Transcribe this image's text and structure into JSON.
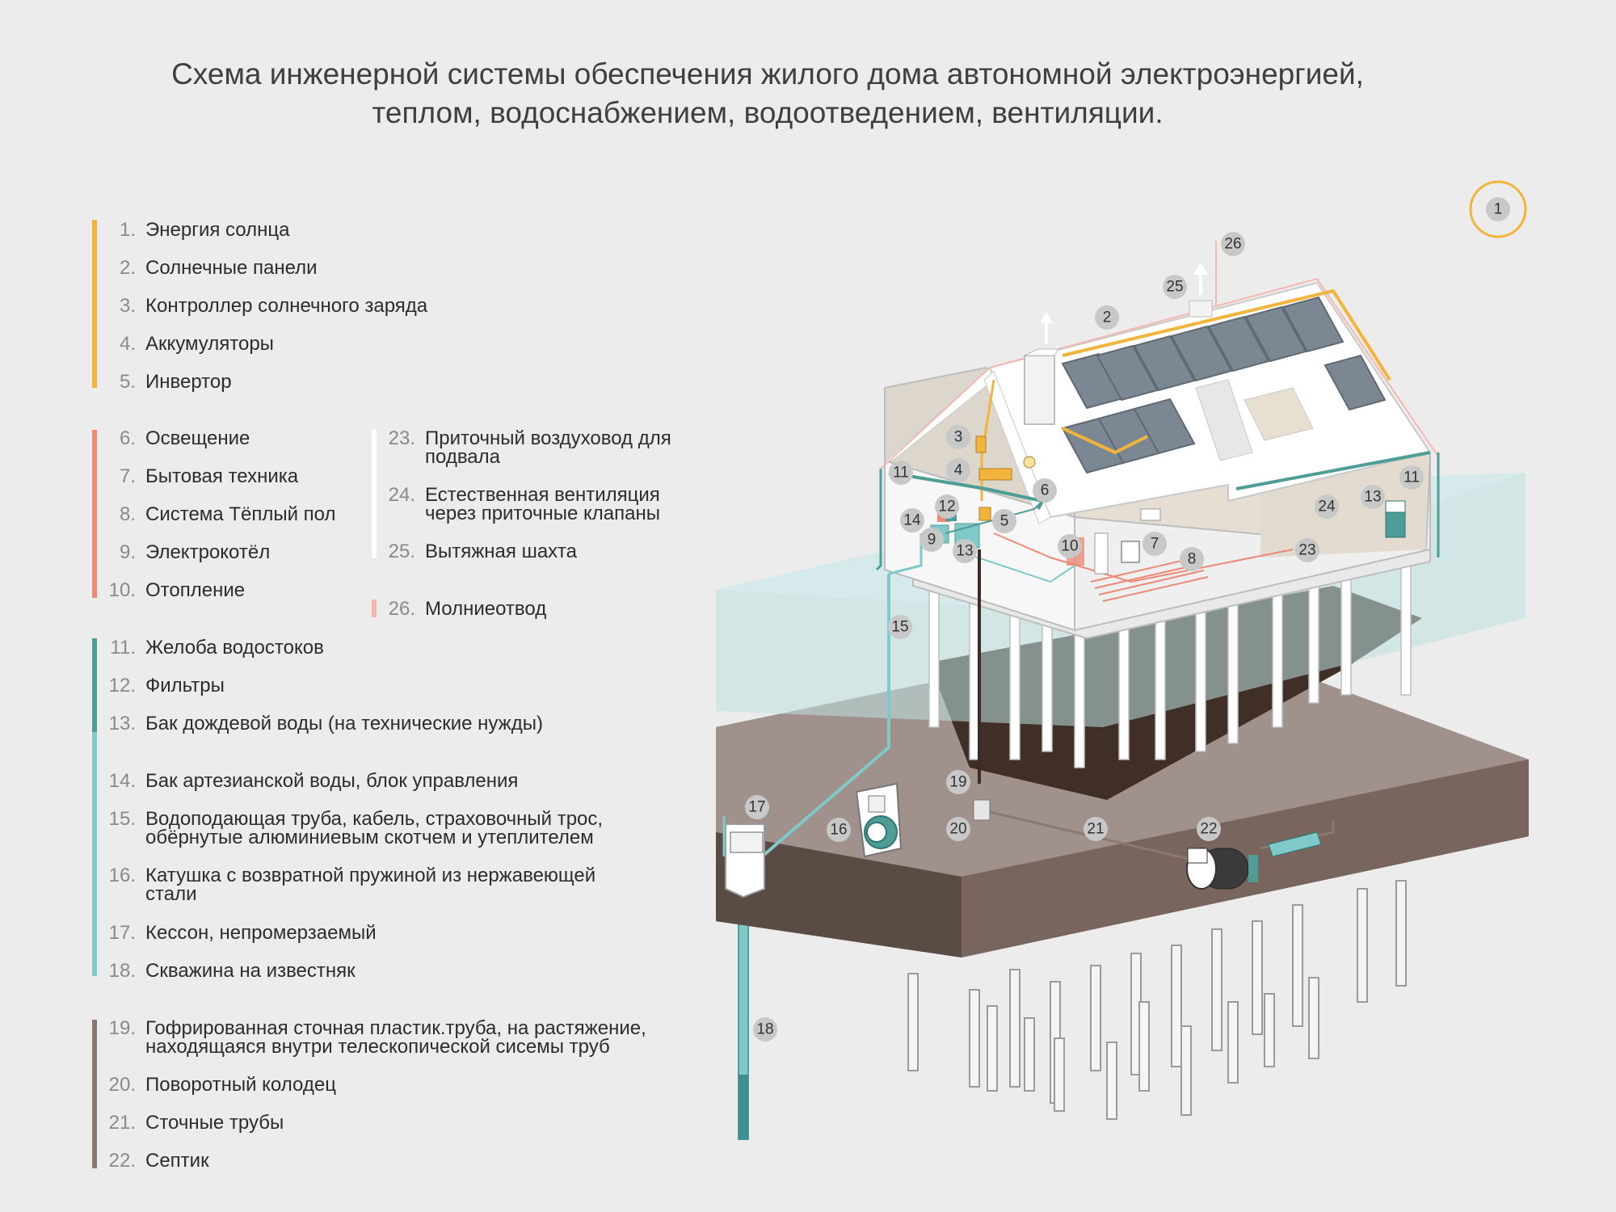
{
  "title": {
    "line1": "Схема инженерной системы обеспечения жилого дома автономной электроэнергией,",
    "line2": "теплом, водоснабжением, водоотведением, вентиляции."
  },
  "colors": {
    "energy": "#f2b43a",
    "electric": "#ec8a77",
    "rain": "#4e9d97",
    "water": "#7fc9c9",
    "sewer": "#8a7872",
    "vent": "#ffffff",
    "lightning": "#f3b9b0"
  },
  "legend_left": [
    {
      "num": "1.",
      "text": "Энергия солнца"
    },
    {
      "num": "2.",
      "text": "Солнечные панели"
    },
    {
      "num": "3.",
      "text": "Контроллер солнечного заряда"
    },
    {
      "num": "4.",
      "text": "Аккумуляторы"
    },
    {
      "num": "5.",
      "text": "Инвертор"
    },
    {
      "num": "6.",
      "text": "Освещение"
    },
    {
      "num": "7.",
      "text": "Бытовая техника"
    },
    {
      "num": "8.",
      "text": "Система Тёплый пол"
    },
    {
      "num": "9.",
      "text": "Электрокотёл"
    },
    {
      "num": "10.",
      "text": "Отопление"
    },
    {
      "num": "11.",
      "text": "Желоба водостоков"
    },
    {
      "num": "12.",
      "text": "Фильтры"
    },
    {
      "num": "13.",
      "text": "Бак дождевой воды (на технические нужды)"
    },
    {
      "num": "14.",
      "text": "Бак артезианской воды, блок управления"
    },
    {
      "num": "15.",
      "text": "Водоподающая труба, кабель, страховочный трос,",
      "text2": "обёрнутые алюминиевым скотчем и утеплителем"
    },
    {
      "num": "16.",
      "text": "Катушка с возвратной пружиной из нержавеющей",
      "text2": "стали"
    },
    {
      "num": "17.",
      "text": "Кессон, непромерзаемый"
    },
    {
      "num": "18.",
      "text": "Скважина на известняк"
    },
    {
      "num": "19.",
      "text": "Гофрированная сточная пластик.труба, на растяжение,",
      "text2": "находящаяся внутри телескопической сисемы труб"
    },
    {
      "num": "20.",
      "text": "Поворотный колодец"
    },
    {
      "num": "21.",
      "text": "Сточные трубы"
    },
    {
      "num": "22.",
      "text": "Септик"
    }
  ],
  "legend_right": [
    {
      "num": "23.",
      "text": "Приточный воздуховод для",
      "text2": "подвала"
    },
    {
      "num": "24.",
      "text": "Естественная вентиляция",
      "text2": "через приточные клапаны"
    },
    {
      "num": "25.",
      "text": "Вытяжная шахта"
    },
    {
      "num": "26.",
      "text": "Молниеотвод"
    }
  ],
  "callouts": [
    "1",
    "2",
    "3",
    "4",
    "5",
    "6",
    "7",
    "8",
    "9",
    "10",
    "11",
    "11",
    "12",
    "13",
    "13",
    "14",
    "15",
    "16",
    "17",
    "18",
    "19",
    "20",
    "21",
    "22",
    "23",
    "24",
    "25",
    "26"
  ]
}
